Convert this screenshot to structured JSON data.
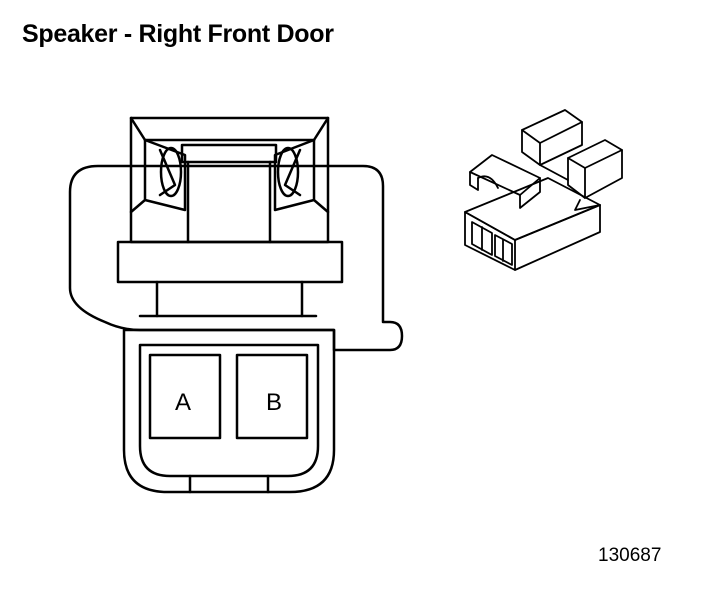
{
  "title": "Speaker - Right Front Door",
  "figure_id": "130687",
  "pins": [
    {
      "label": "A"
    },
    {
      "label": "B"
    }
  ]
}
